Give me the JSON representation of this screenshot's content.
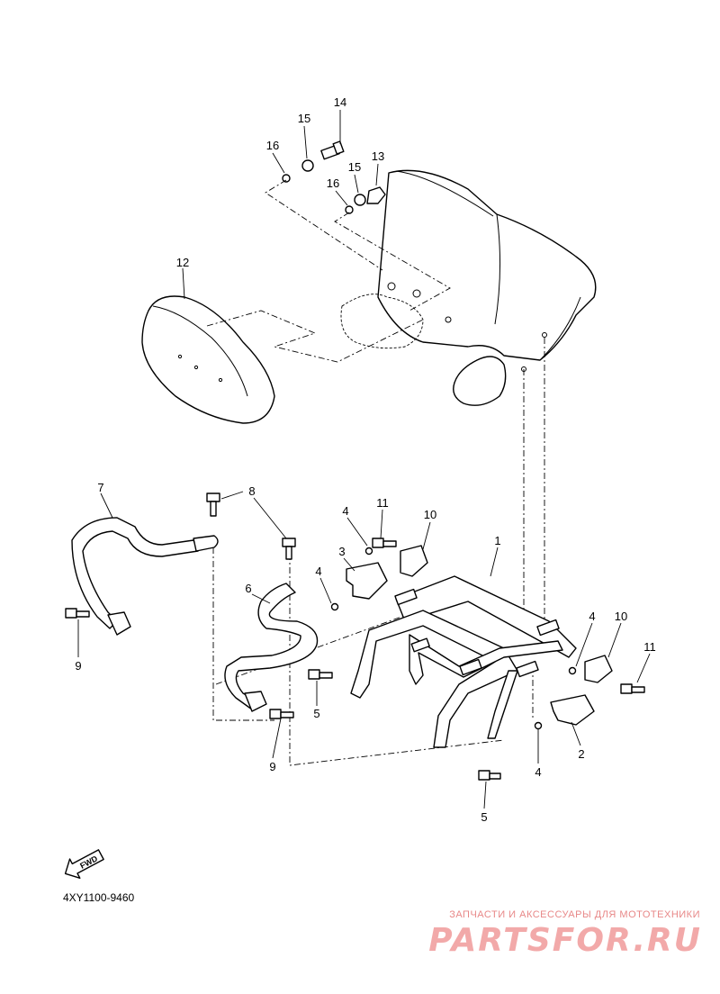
{
  "diagram": {
    "code": "4XY1100-9460",
    "fwd_label": "FWD",
    "callouts": [
      "14",
      "15",
      "16",
      "15",
      "13",
      "16",
      "12",
      "7",
      "8",
      "11",
      "4",
      "10",
      "1",
      "3",
      "4",
      "6",
      "4",
      "10",
      "11",
      "9",
      "5",
      "9",
      "2",
      "4",
      "5"
    ]
  },
  "watermark": {
    "tagline": "ЗАПЧАСТИ И АКСЕССУАРЫ ДЛЯ МОТОТЕХНИКИ",
    "logo": "PARTSFOR.RU"
  }
}
